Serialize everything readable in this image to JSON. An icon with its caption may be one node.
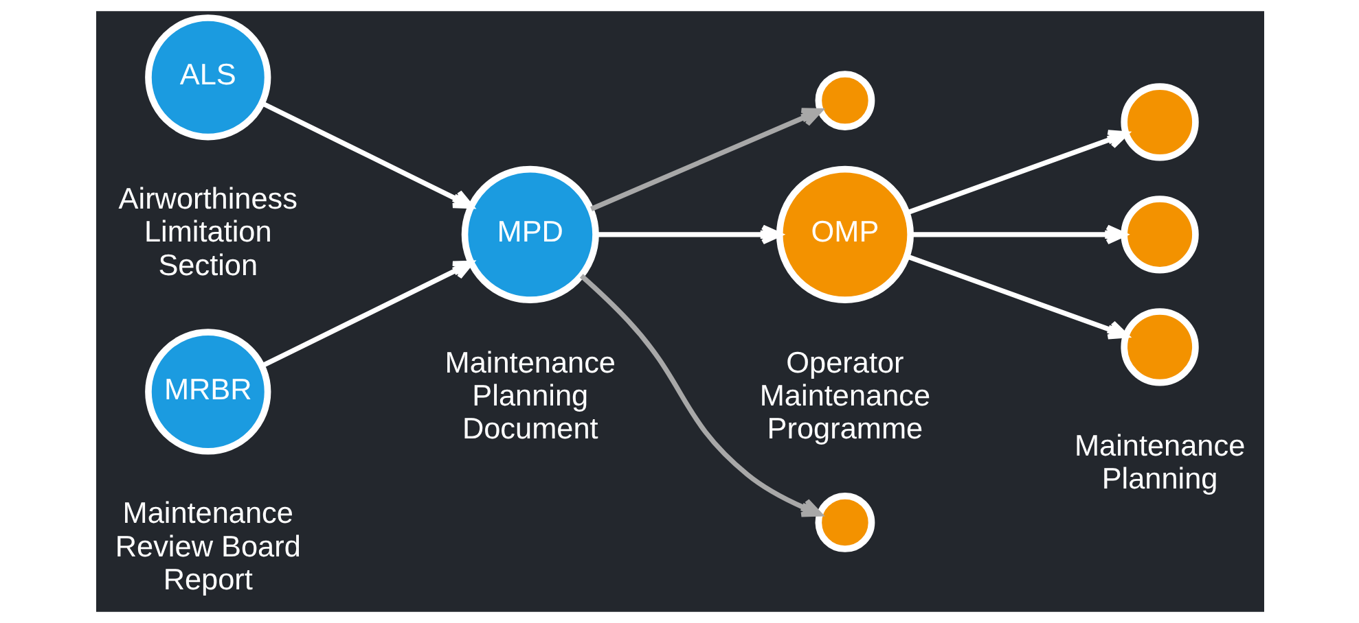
{
  "diagram": {
    "nodes": [
      {
        "text": [
          "ALS"
        ],
        "beside": [
          "Airworthiness Limitation Section"
        ]
      },
      {
        "text": [
          "MRBR"
        ],
        "beside": [
          "Maintenance Review Board Report"
        ]
      },
      {
        "text": [
          "MPD"
        ],
        "beside": [
          "Maintenance Planning Document"
        ]
      },
      {
        "text": [],
        "shape": "circle"
      },
      {
        "text": [
          "OMP"
        ],
        "beside": [
          "Operator Maintenance Programme"
        ]
      },
      {
        "text": [],
        "shape": "circle"
      },
      {
        "text": [],
        "shape": "circle"
      },
      {
        "text": [],
        "shape": "circle"
      },
      {
        "text": [],
        "shape": "circle"
      }
    ],
    "edges": [
      {
        "from": 0,
        "to": 2,
        "arrow": "to"
      },
      {
        "from": 1,
        "to": 2,
        "arrow": "to"
      },
      {
        "from": 2,
        "to": 3,
        "arrow": "to",
        "color": "#a8a8a8"
      },
      {
        "from": 2,
        "to": 4,
        "arrow": "to"
      },
      {
        "from": 2,
        "to": 5,
        "arrow": "to",
        "color": "#a8a8a8"
      },
      {
        "from": 4,
        "to": 6,
        "arrow": "to"
      },
      {
        "from": 4,
        "to": 7,
        "arrow": "to"
      },
      {
        "from": 4,
        "to": 8,
        "arrow": "to"
      }
    ],
    "labels": [
      "Maintenance Planning"
    ]
  }
}
